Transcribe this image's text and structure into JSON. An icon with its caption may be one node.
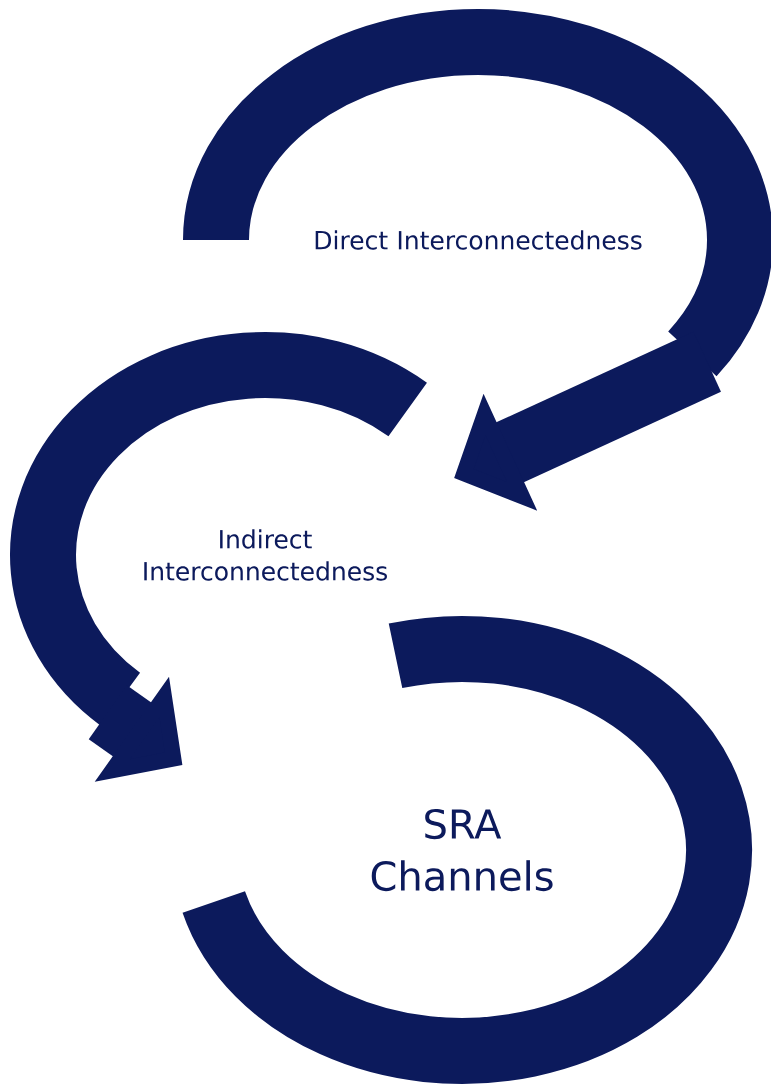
{
  "diagram": {
    "nodes": [
      {
        "text": [
          "Direct Interconnectedness"
        ]
      },
      {
        "text": [
          "Indirect Interconnectedness"
        ]
      },
      {
        "text": [
          "SRA Channels"
        ]
      }
    ],
    "edges": [
      {
        "from": 0,
        "to": 1,
        "arrow": "to"
      },
      {
        "from": 1,
        "to": 2,
        "arrow": "to"
      }
    ]
  }
}
